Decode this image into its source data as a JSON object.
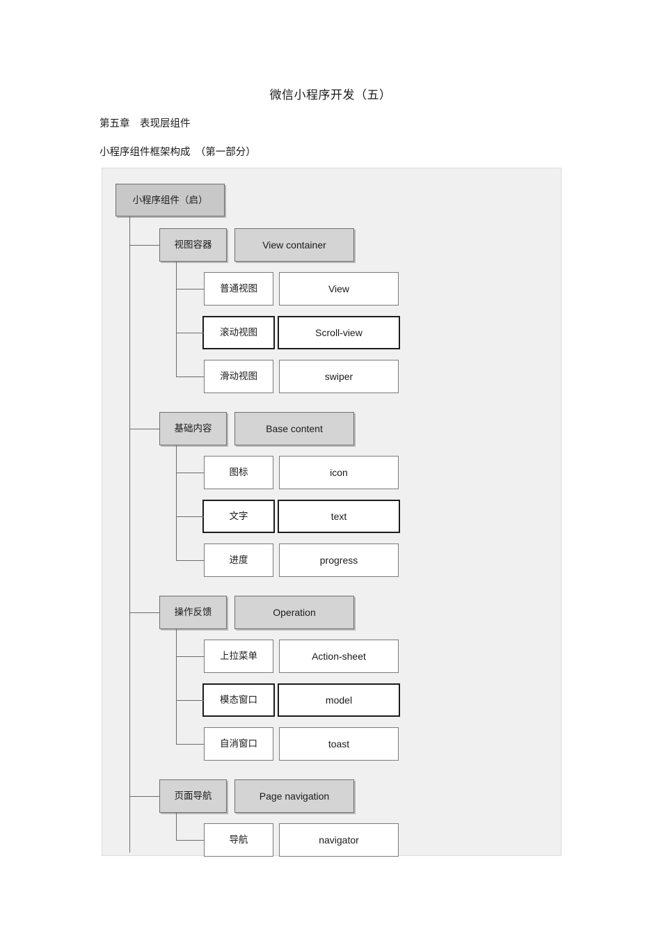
{
  "document": {
    "title": "微信小程序开发（五）",
    "chapter_line": "第五章　表现层组件",
    "section_line": "小程序组件框架构成　（第一部分）"
  },
  "diagram": {
    "root": {
      "label": "小程序组件（启）"
    },
    "groups": [
      {
        "cn": "视图容器",
        "en": "View container",
        "children": [
          {
            "cn": "普通视图",
            "en": "View",
            "emphasized": false
          },
          {
            "cn": "滚动视图",
            "en": "Scroll-view",
            "emphasized": true
          },
          {
            "cn": "滑动视图",
            "en": "swiper",
            "emphasized": false
          }
        ]
      },
      {
        "cn": "基础内容",
        "en": "Base content",
        "children": [
          {
            "cn": "图标",
            "en": "icon",
            "emphasized": false
          },
          {
            "cn": "文字",
            "en": "text",
            "emphasized": true
          },
          {
            "cn": "进度",
            "en": "progress",
            "emphasized": false
          }
        ]
      },
      {
        "cn": "操作反馈",
        "en": "Operation",
        "children": [
          {
            "cn": "上拉菜单",
            "en": "Action-sheet",
            "emphasized": false
          },
          {
            "cn": "模态窗口",
            "en": "model",
            "emphasized": true
          },
          {
            "cn": "自消窗口",
            "en": "toast",
            "emphasized": false
          }
        ]
      },
      {
        "cn": "页面导航",
        "en": "Page navigation",
        "children": [
          {
            "cn": "导航",
            "en": "navigator",
            "emphasized": false
          }
        ]
      }
    ]
  },
  "colors": {
    "page_background": "#ffffff",
    "diagram_background": "#f0f0f0",
    "root_fill": "#c8c8c8",
    "category_fill": "#d4d4d4",
    "leaf_fill": "#ffffff",
    "border": "#6e6e6e",
    "emphasis_border": "#1c1c1c",
    "connector": "#6b6b6b",
    "text": "#1a1a1a"
  }
}
